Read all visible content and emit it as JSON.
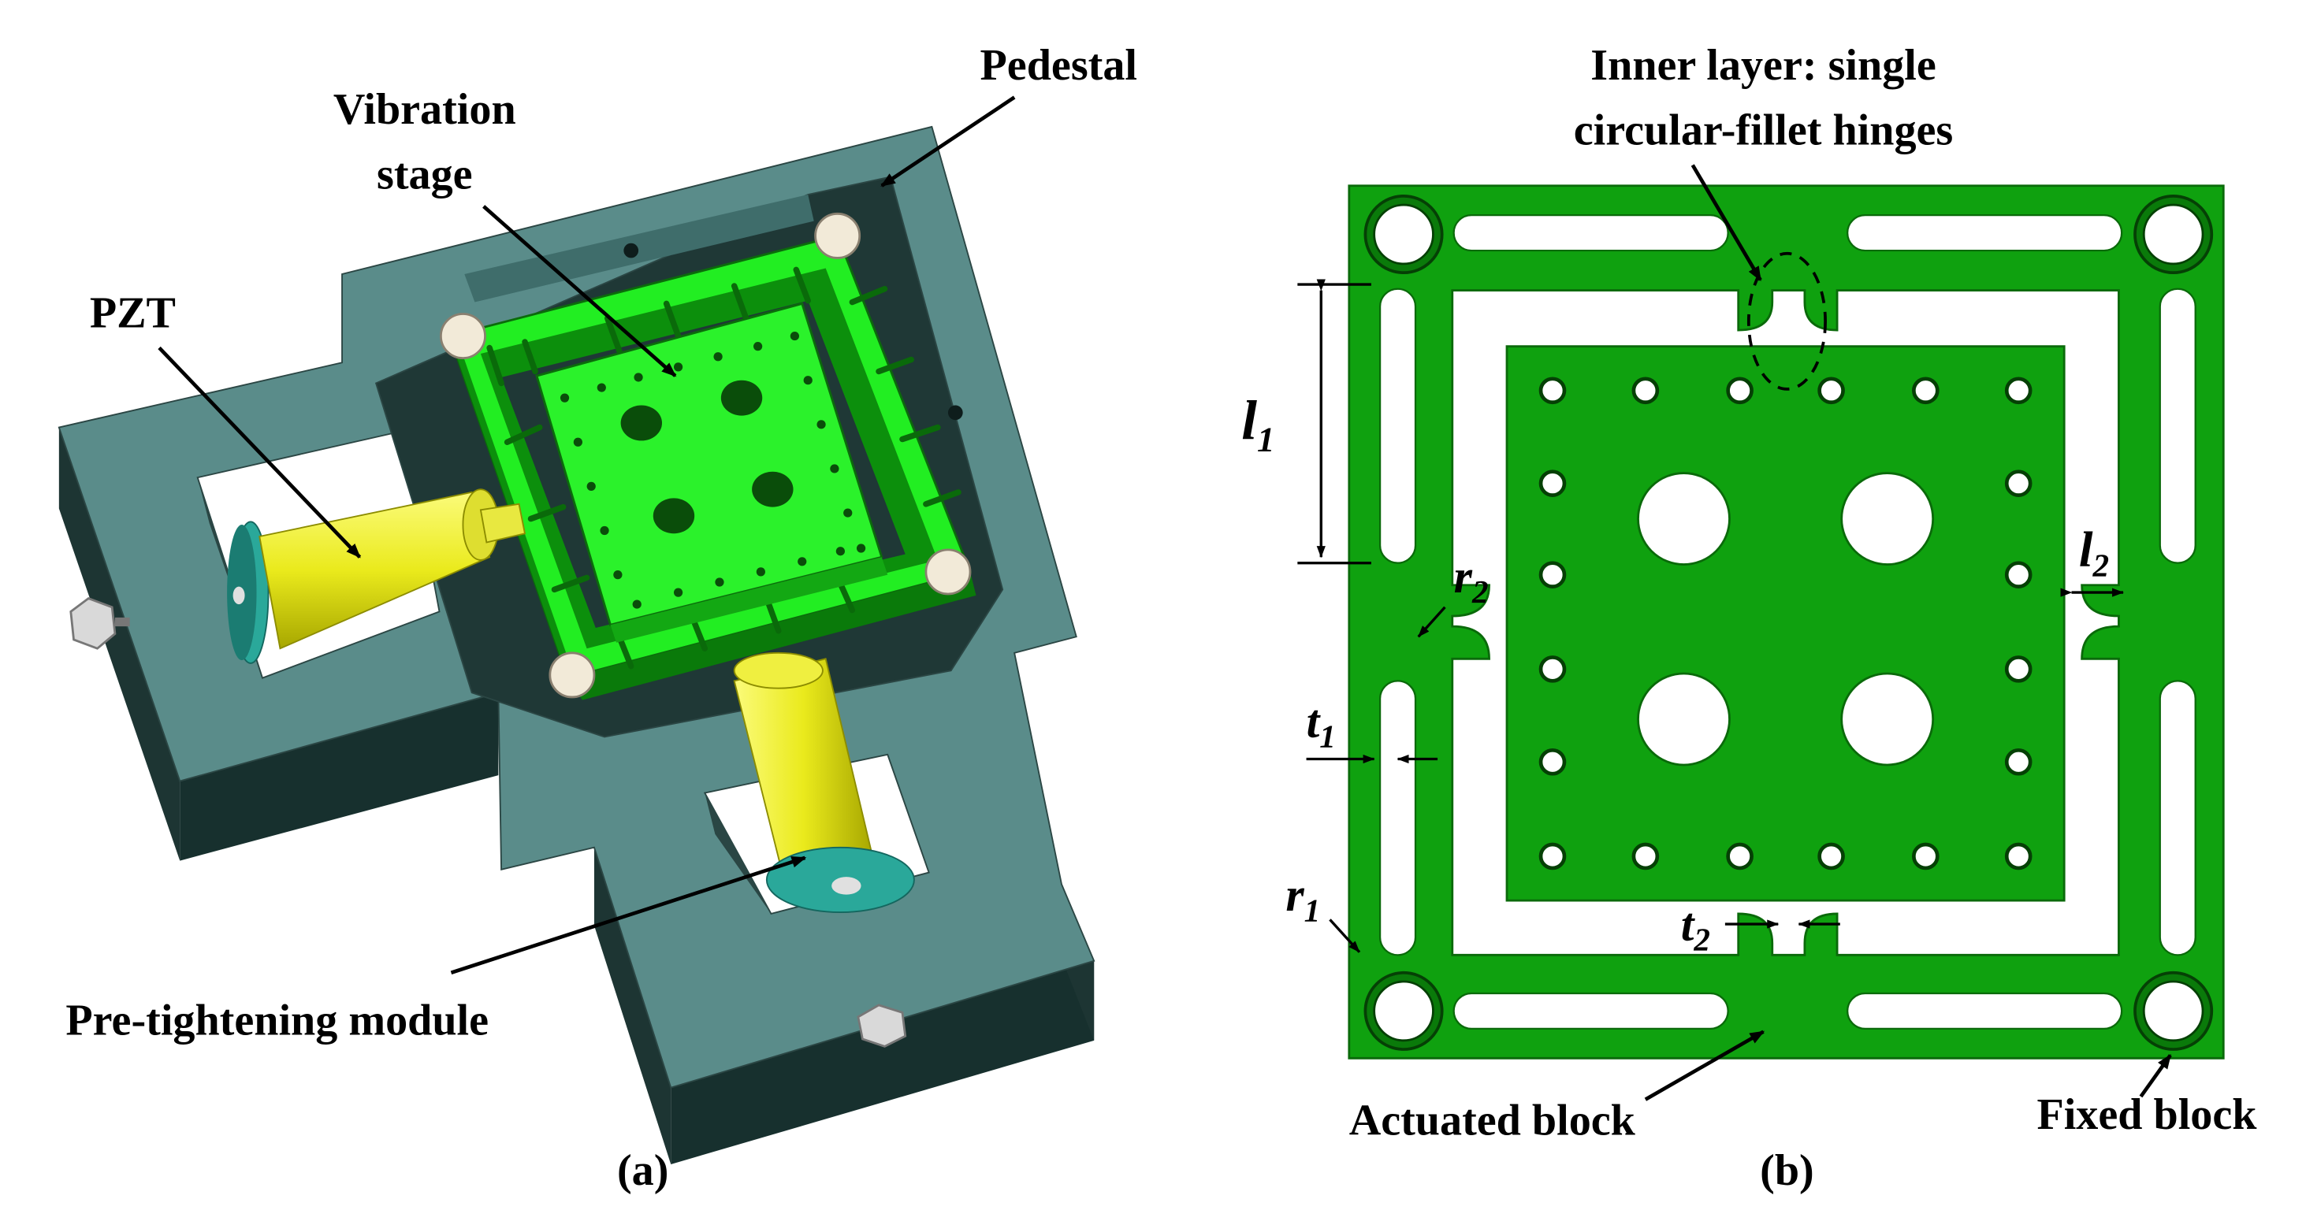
{
  "panel_a": {
    "caption": "(a)",
    "labels": {
      "pedestal": "Pedestal",
      "vibration_line1": "Vibration",
      "vibration_line2": "stage",
      "pzt": "PZT",
      "pretightening": "Pre-tightening module"
    }
  },
  "panel_b": {
    "caption": "(b)",
    "labels": {
      "inner_line1": "Inner layer: single",
      "inner_line2": "circular-fillet hinges",
      "actuated_block": "Actuated block",
      "fixed_block": "Fixed block"
    },
    "dims": {
      "l1": "l",
      "l1_sub": "1",
      "l2": "l",
      "l2_sub": "2",
      "r1": "r",
      "r1_sub": "1",
      "r2": "r",
      "r2_sub": "2",
      "t1": "t",
      "t1_sub": "1",
      "t2": "t",
      "t2_sub": "2"
    }
  },
  "colors": {
    "pedestal_top": "#5a8c8a",
    "pedestal_side": "#1d3533",
    "stage_green": "#22ee22",
    "plate_green": "#0fa10f",
    "pzt_yellow": "#eeee22",
    "cap_teal": "#2aa89a"
  }
}
